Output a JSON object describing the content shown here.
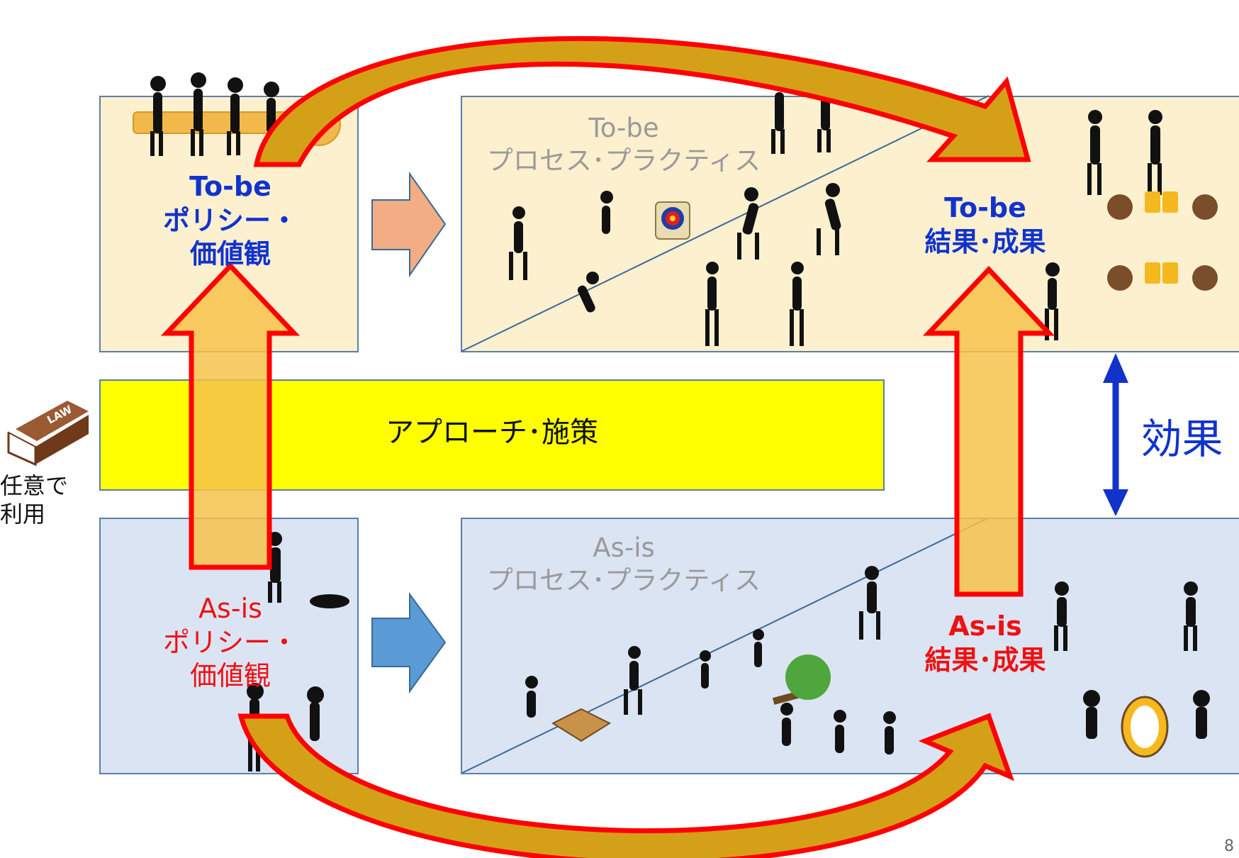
{
  "policy": {
    "tobe_label": "To-be",
    "tobe_title_line1": "ポリシー・",
    "tobe_title_line2": "価値観",
    "asis_label": "As-is",
    "asis_title_line1": "ポリシー・",
    "asis_title_line2": "価値観"
  },
  "process": {
    "tobe_label": "To-be",
    "tobe_title": "プロセス･プラクティス",
    "asis_label": "As-is",
    "asis_title": "プロセス･プラクティス"
  },
  "results": {
    "tobe_label": "To-be",
    "tobe_title": "結果･成果",
    "asis_label": "As-is",
    "asis_title": "結果･成果"
  },
  "approach": {
    "label": "アプローチ･施策"
  },
  "effect": {
    "label": "効果"
  },
  "law_book": {
    "caption_line1": "任意で",
    "caption_line2": "利用",
    "cover_text": "LAW"
  },
  "page_number": "8",
  "colors": {
    "tobe_fill": "#fdf0cf",
    "asis_fill": "#dbe4f3",
    "approach_fill": "#ffff00",
    "arrow_outline": "#ff0000",
    "arrow_fill": "#f6c24a",
    "effect_arrow": "#1133cc",
    "tobe_text": "#1133cc",
    "asis_text": "#ee1111"
  }
}
